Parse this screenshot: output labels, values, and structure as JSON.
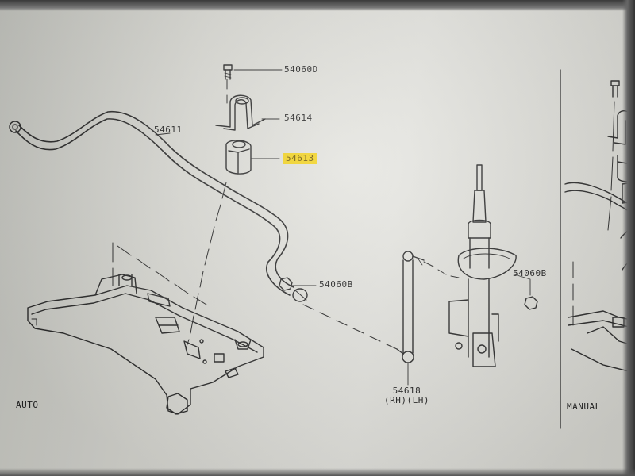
{
  "parts": {
    "clip_bolt": "54060D",
    "clamp": "54614",
    "stabilizer_bar": "54611",
    "bushing": "54613",
    "bar_nut": "54060B",
    "strut_nut": "54060B",
    "connecting_rod": "54618",
    "connecting_rod_side": "(RH)(LH)"
  },
  "variants": {
    "left": "AUTO",
    "right": "MANUAL"
  },
  "highlight_color": "#f2d21e",
  "line_color": "#2a2a2a"
}
